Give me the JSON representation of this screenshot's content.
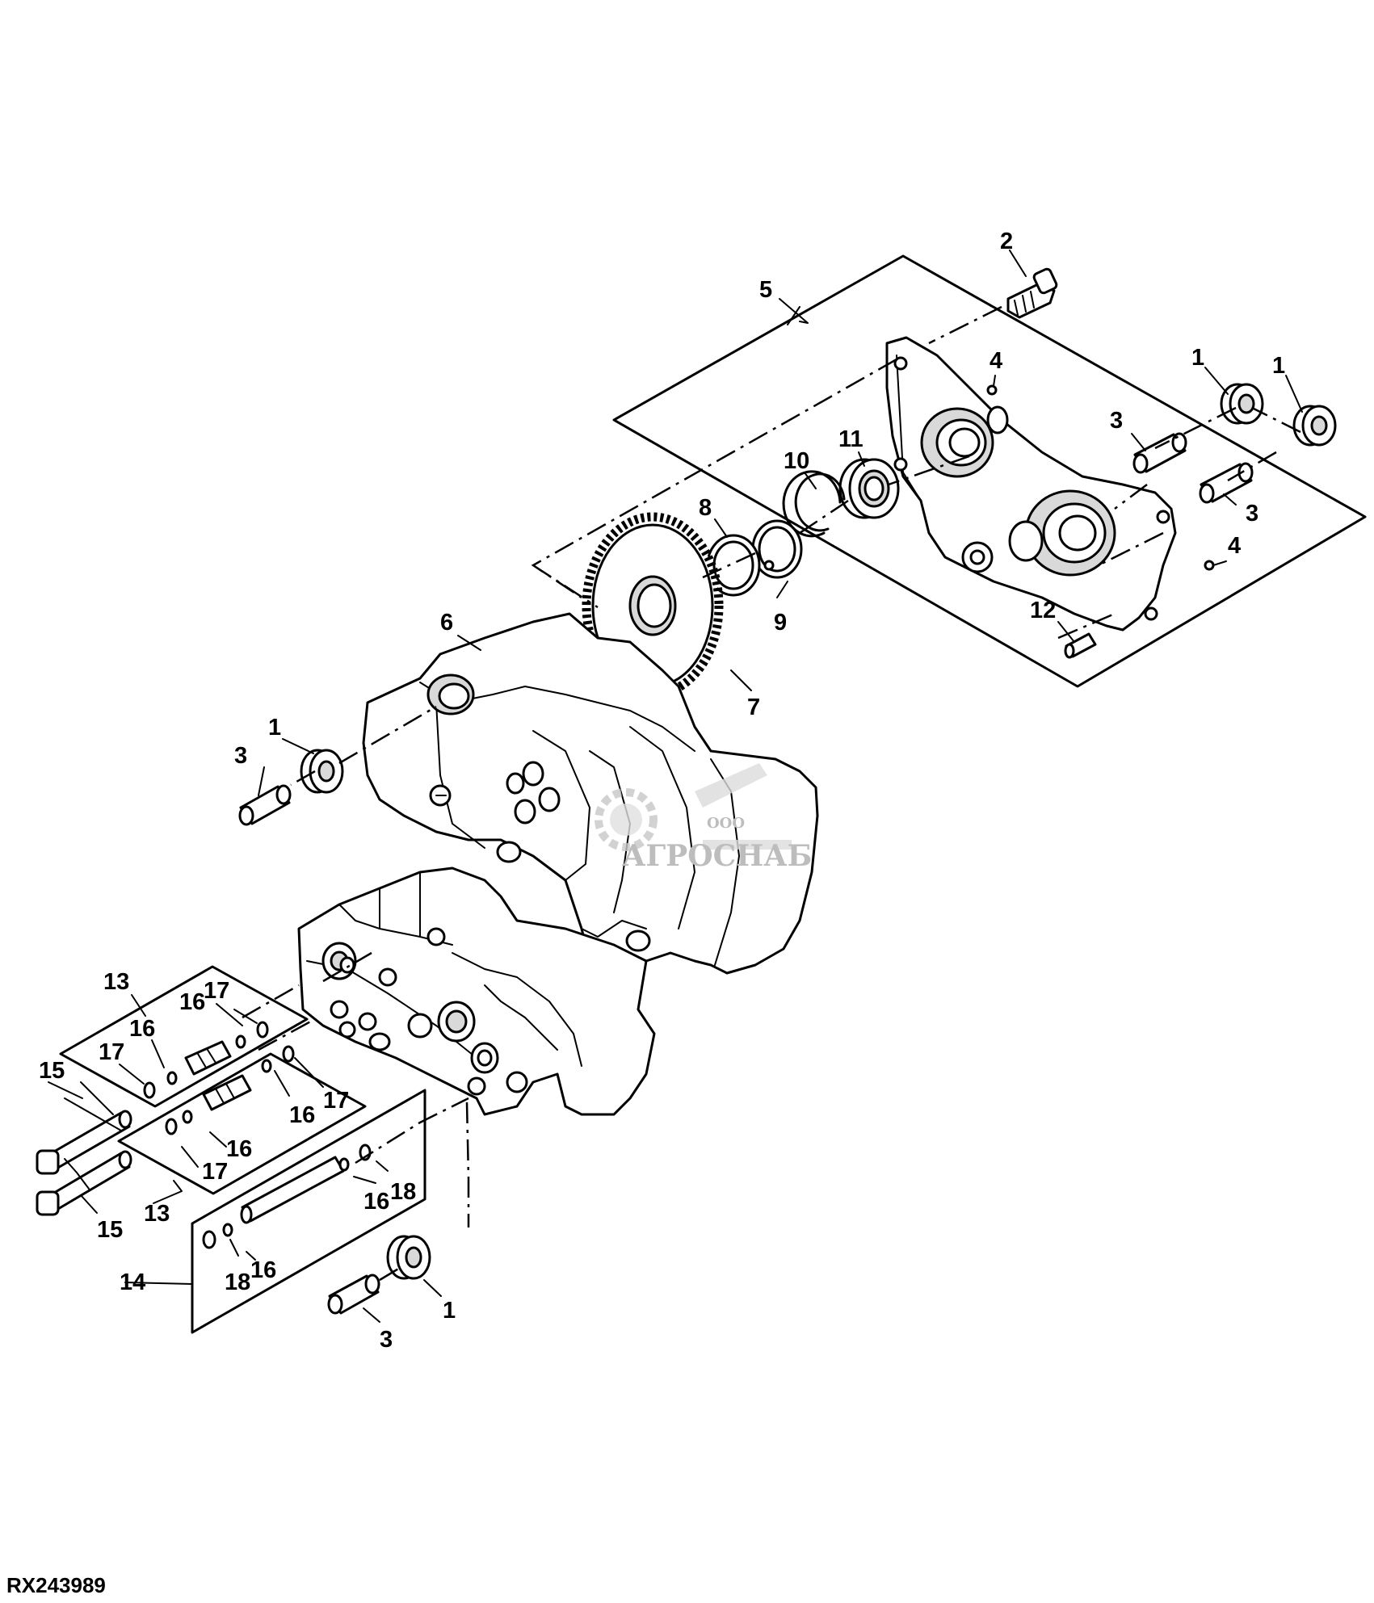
{
  "figure_code": "RX243989",
  "callouts": [
    {
      "label": "1",
      "part": "bushing"
    },
    {
      "label": "2",
      "part": "cap-screw"
    },
    {
      "label": "3",
      "part": "dowel-sleeve"
    },
    {
      "label": "4",
      "part": "plug"
    },
    {
      "label": "5",
      "part": "cover-assembly-kit"
    },
    {
      "label": "6",
      "part": "housing"
    },
    {
      "label": "7",
      "part": "gear"
    },
    {
      "label": "8",
      "part": "snap-ring"
    },
    {
      "label": "9",
      "part": "snap-ring"
    },
    {
      "label": "10",
      "part": "snap-ring"
    },
    {
      "label": "11",
      "part": "bearing"
    },
    {
      "label": "12",
      "part": "pin"
    },
    {
      "label": "13",
      "part": "valve-kit"
    },
    {
      "label": "14",
      "part": "valve-kit"
    },
    {
      "label": "15",
      "part": "cap-screw"
    },
    {
      "label": "16",
      "part": "o-ring"
    },
    {
      "label": "17",
      "part": "backup-ring"
    },
    {
      "label": "18",
      "part": "o-ring"
    }
  ],
  "watermark": {
    "line1": "ООО",
    "line2": "АГРОСНАБ"
  },
  "colors": {
    "line": "#000000",
    "background": "#ffffff",
    "watermark": "#bdbdbd"
  }
}
